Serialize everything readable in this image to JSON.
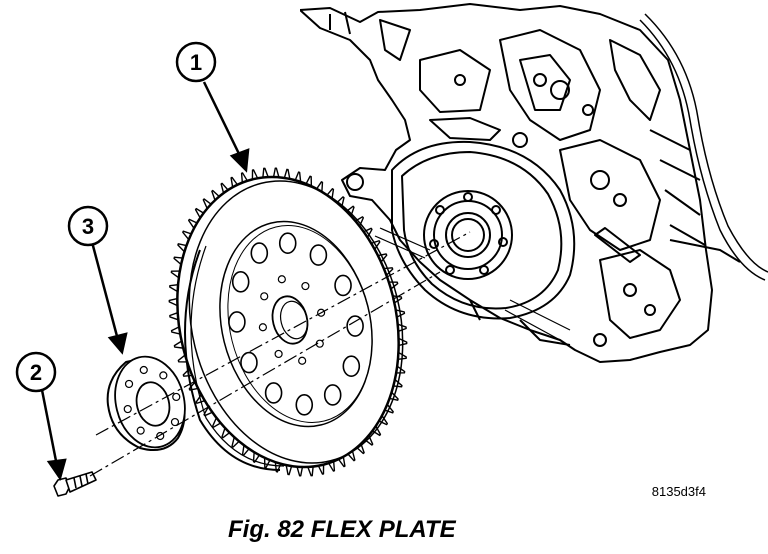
{
  "figure": {
    "caption": "Fig. 82 FLEX PLATE",
    "image_code": "8135d3f4"
  },
  "callouts": [
    {
      "number": "1",
      "part": "flex plate"
    },
    {
      "number": "2",
      "part": "bolt"
    },
    {
      "number": "3",
      "part": "adapter plate"
    }
  ]
}
